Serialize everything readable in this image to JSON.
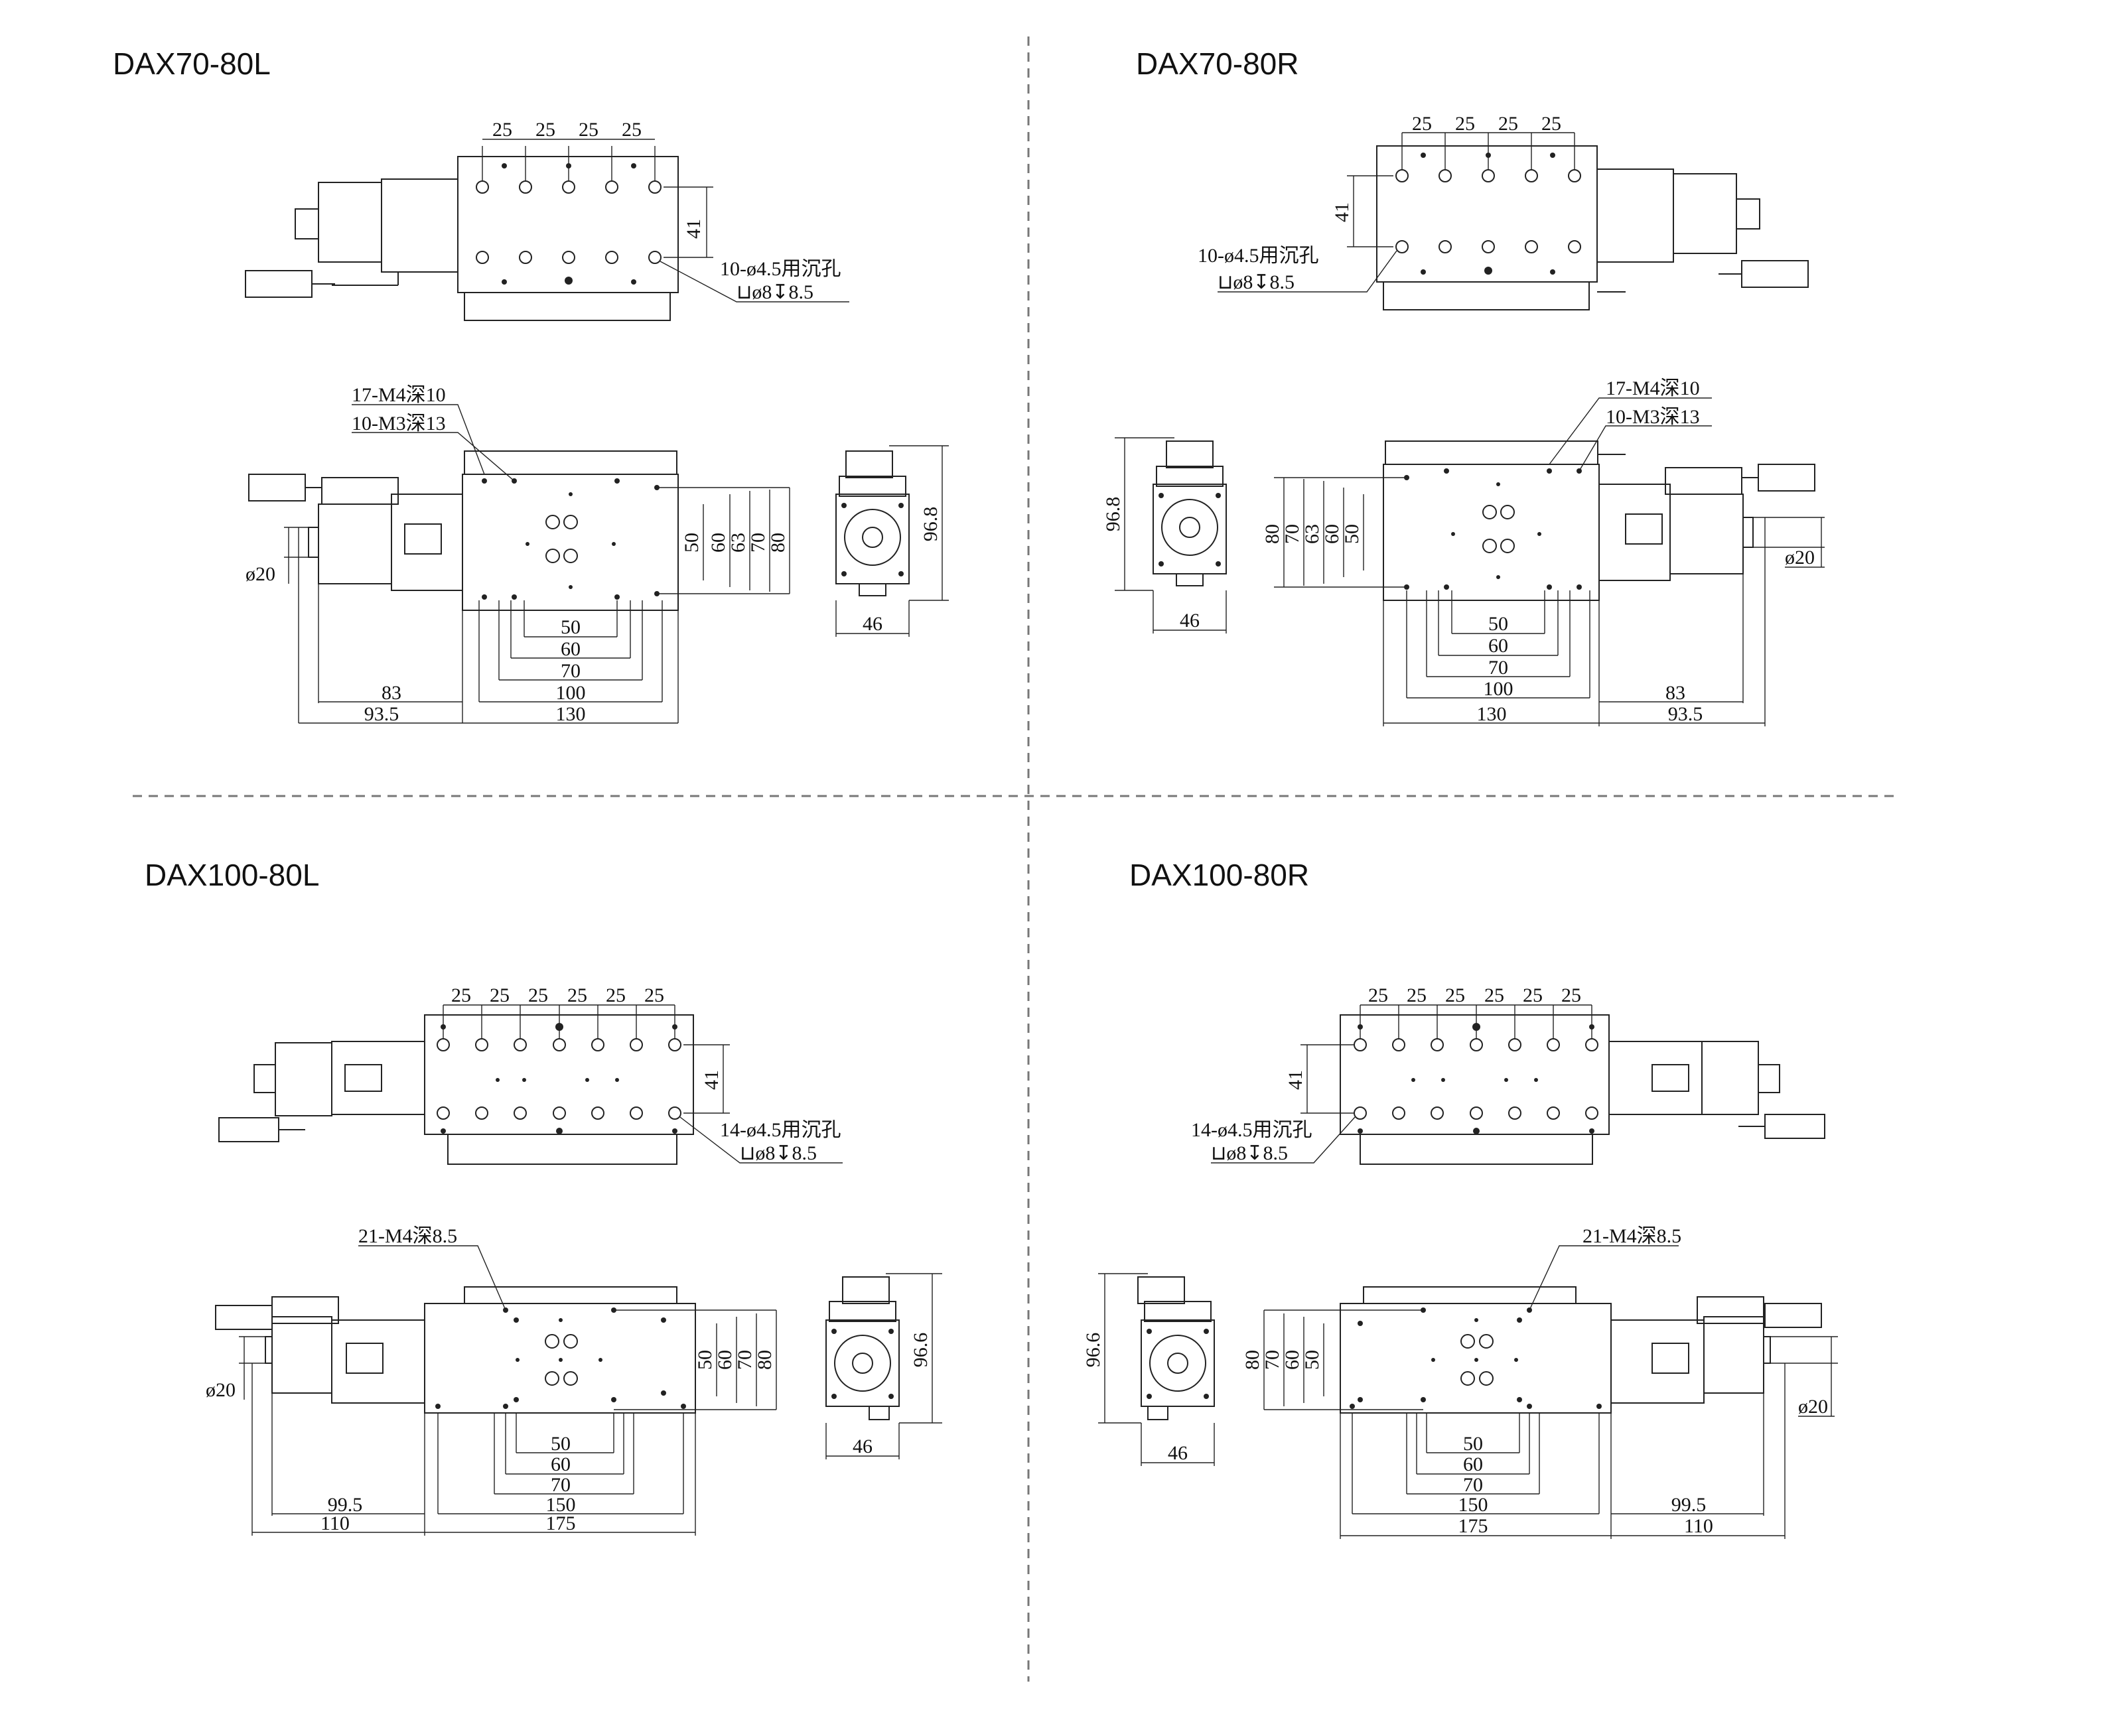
{
  "panels": [
    {
      "title": "DAX70-80L",
      "top_pitch": [
        "25",
        "25",
        "25",
        "25"
      ],
      "top_height": "41",
      "cb_note_1": "10-ø4.5用沉孔",
      "cb_note_2": "⊔ø8↧8.5",
      "tap_note_1": "17-M4深10",
      "tap_note_2": "10-M3深13",
      "bottom_dims": [
        "50",
        "60",
        "70",
        "100",
        "130"
      ],
      "motor_dims": [
        "83",
        "93.5"
      ],
      "cable_dia": "ø20",
      "height_dims": [
        "50",
        "60",
        "63",
        "70",
        "80"
      ],
      "end_width": "46",
      "end_height": "96.8"
    },
    {
      "title": "DAX70-80R",
      "top_pitch": [
        "25",
        "25",
        "25",
        "25"
      ],
      "top_height": "41",
      "cb_note_1": "10-ø4.5用沉孔",
      "cb_note_2": "⊔ø8↧8.5",
      "tap_note_1": "17-M4深10",
      "tap_note_2": "10-M3深13",
      "bottom_dims": [
        "50",
        "60",
        "70",
        "100",
        "130"
      ],
      "motor_dims": [
        "83",
        "93.5"
      ],
      "cable_dia": "ø20",
      "height_dims": [
        "80",
        "70",
        "63",
        "60",
        "50"
      ],
      "end_width": "46",
      "end_height": "96.8"
    },
    {
      "title": "DAX100-80L",
      "top_pitch": [
        "25",
        "25",
        "25",
        "25",
        "25",
        "25"
      ],
      "top_height": "41",
      "cb_note_1": "14-ø4.5用沉孔",
      "cb_note_2": "⊔ø8↧8.5",
      "tap_note_1": "21-M4深8.5",
      "bottom_dims": [
        "50",
        "60",
        "70",
        "150",
        "175"
      ],
      "motor_dims": [
        "99.5",
        "110"
      ],
      "cable_dia": "ø20",
      "height_dims": [
        "50",
        "60",
        "70",
        "80"
      ],
      "end_width": "46",
      "end_height": "96.6"
    },
    {
      "title": "DAX100-80R",
      "top_pitch": [
        "25",
        "25",
        "25",
        "25",
        "25",
        "25"
      ],
      "top_height": "41",
      "cb_note_1": "14-ø4.5用沉孔",
      "cb_note_2": "⊔ø8↧8.5",
      "tap_note_1": "21-M4深8.5",
      "bottom_dims": [
        "50",
        "60",
        "70",
        "150",
        "175"
      ],
      "motor_dims": [
        "99.5",
        "110"
      ],
      "cable_dia": "ø20",
      "height_dims": [
        "80",
        "70",
        "60",
        "50"
      ],
      "end_width": "46",
      "end_height": "96.6"
    }
  ]
}
